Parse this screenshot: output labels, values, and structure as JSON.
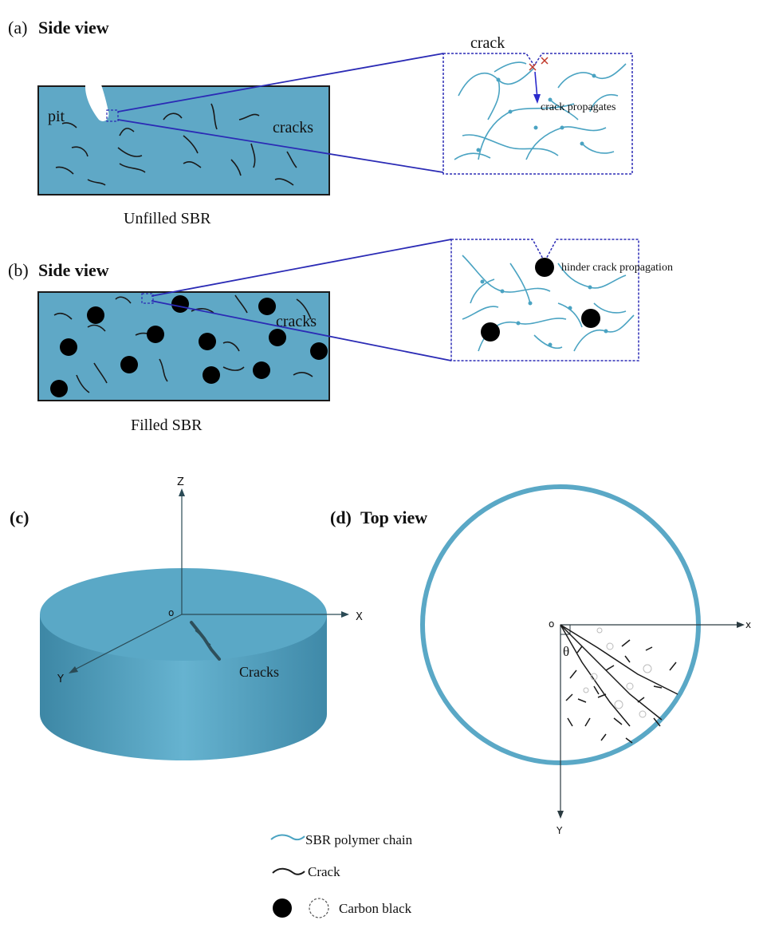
{
  "panel_a": {
    "tag": "(a)",
    "title": "Side view",
    "pit_label": "pit",
    "cracks_label": "cracks",
    "caption": "Unfilled SBR",
    "zoom_crack_label": "crack",
    "zoom_propagate_label": "crack propagates"
  },
  "panel_b": {
    "tag": "(b)",
    "title": "Side view",
    "cracks_label": "cracks",
    "caption": "Filled SBR",
    "zoom_hinder_label": "hinder crack propagation"
  },
  "panel_c": {
    "tag": "(c)",
    "axis_z": "Z",
    "axis_x": "X",
    "axis_y": "Y",
    "origin": "o",
    "cracks_label": "Cracks"
  },
  "panel_d": {
    "tag": "(d)",
    "title": "Top view",
    "origin": "o",
    "axis_x": "x",
    "axis_y": "Y",
    "angle": "θ"
  },
  "legend": {
    "polymer_chain": "SBR polymer chain",
    "crack": "Crack",
    "carbon_black": "Carbon black"
  },
  "colors": {
    "sbr_fill": "#5fa8c6",
    "outline": "#1a1a1a",
    "zoom_line": "#2b2bb5",
    "chain": "#4aa3c2",
    "crack_mark": "#c0392b",
    "propagate_text": "#2b2bcc"
  }
}
